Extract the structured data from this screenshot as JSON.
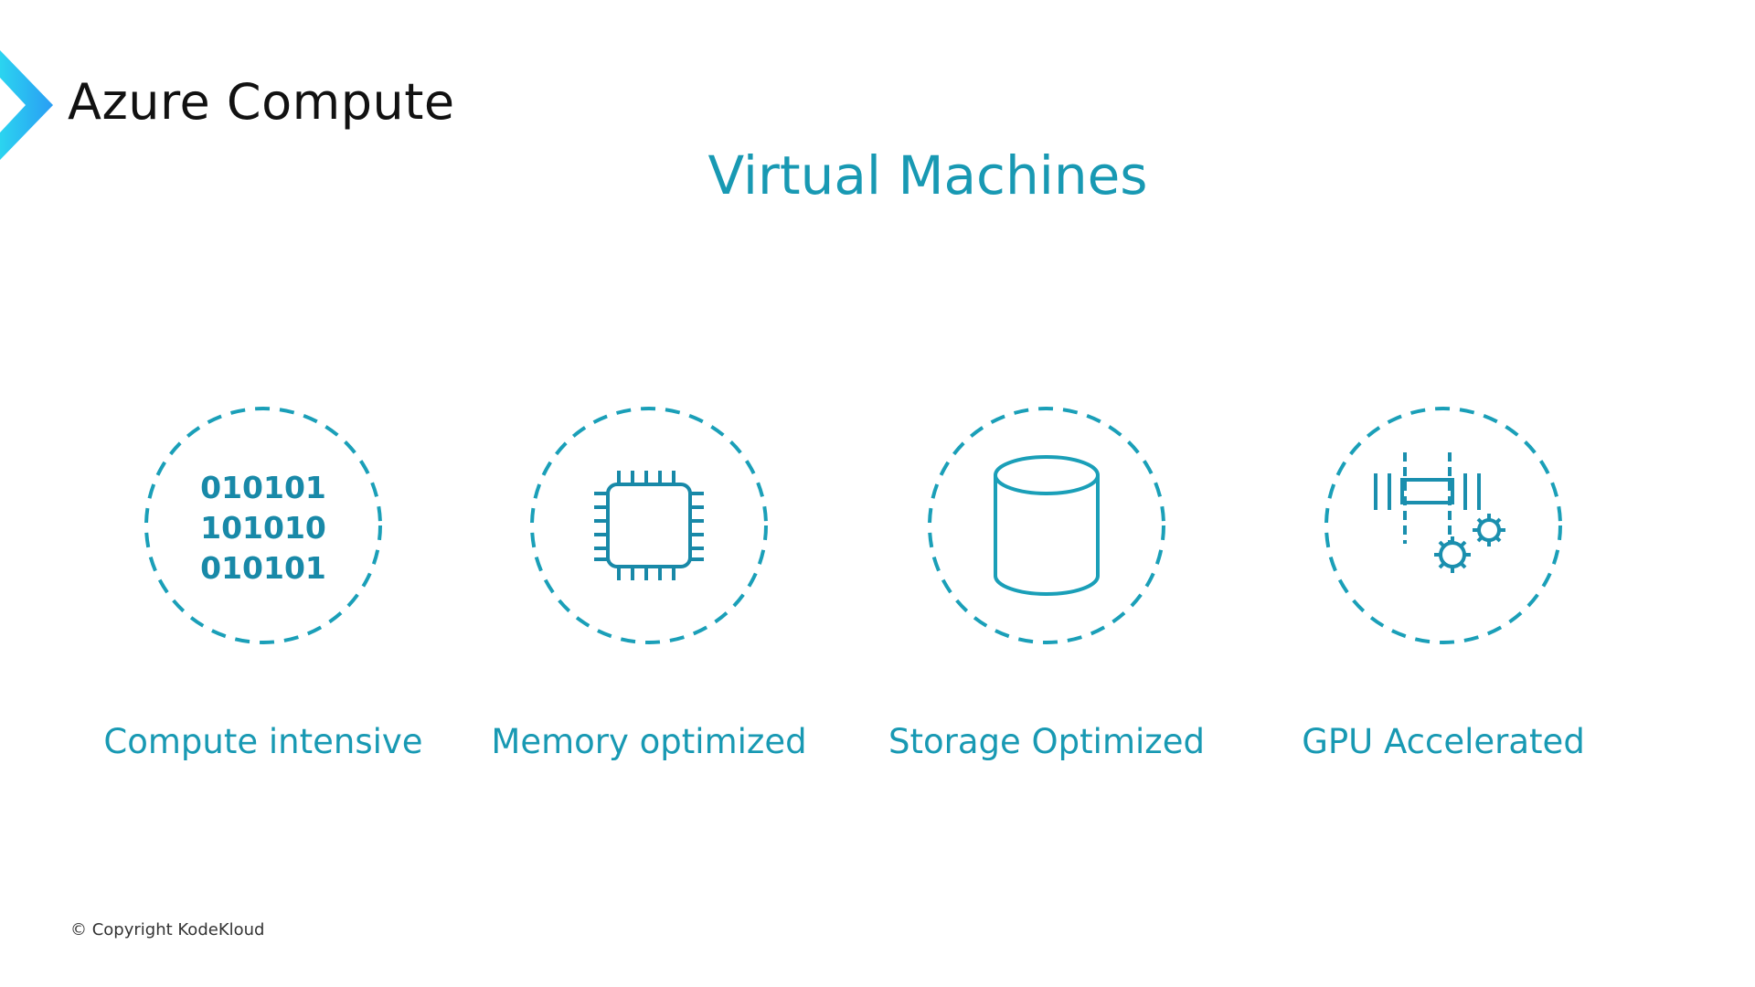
{
  "header": {
    "title": "Azure Compute",
    "subtitle": "Virtual Machines"
  },
  "cards": [
    {
      "label": "Compute intensive",
      "icon": "binary-icon",
      "bits": [
        "010101",
        "101010",
        "010101"
      ]
    },
    {
      "label": "Memory optimized",
      "icon": "chip-icon"
    },
    {
      "label": "Storage Optimized",
      "icon": "database-icon"
    },
    {
      "label": "GPU Accelerated",
      "icon": "gpu-gears-icon"
    }
  ],
  "footer": {
    "copyright": "© Copyright KodeKloud"
  },
  "colors": {
    "accent": "#1899b3",
    "brand_gradient_start": "#2bd4f0",
    "brand_gradient_end": "#2a9df4"
  }
}
